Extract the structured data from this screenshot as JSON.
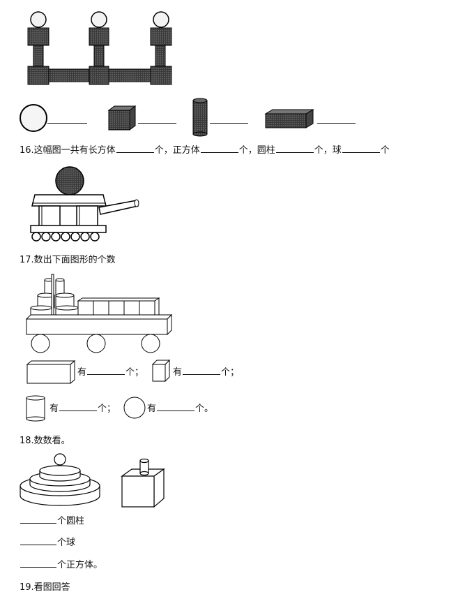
{
  "q16": {
    "prefix": "16.这幅图一共有长方体",
    "unit": "个",
    "cube_label": "，正方体",
    "cylinder_label": "，圆柱",
    "sphere_label": "，球"
  },
  "q17": {
    "title": "17.数出下面图形的个数",
    "has": "有",
    "unit_semi": "个；",
    "unit_end": "个。"
  },
  "q18": {
    "title": "18.数数看。",
    "cylinder_line": "个圆柱",
    "sphere_line": "个球",
    "cube_line": "个正方体。"
  },
  "q19": {
    "title": "19.看图回答"
  }
}
